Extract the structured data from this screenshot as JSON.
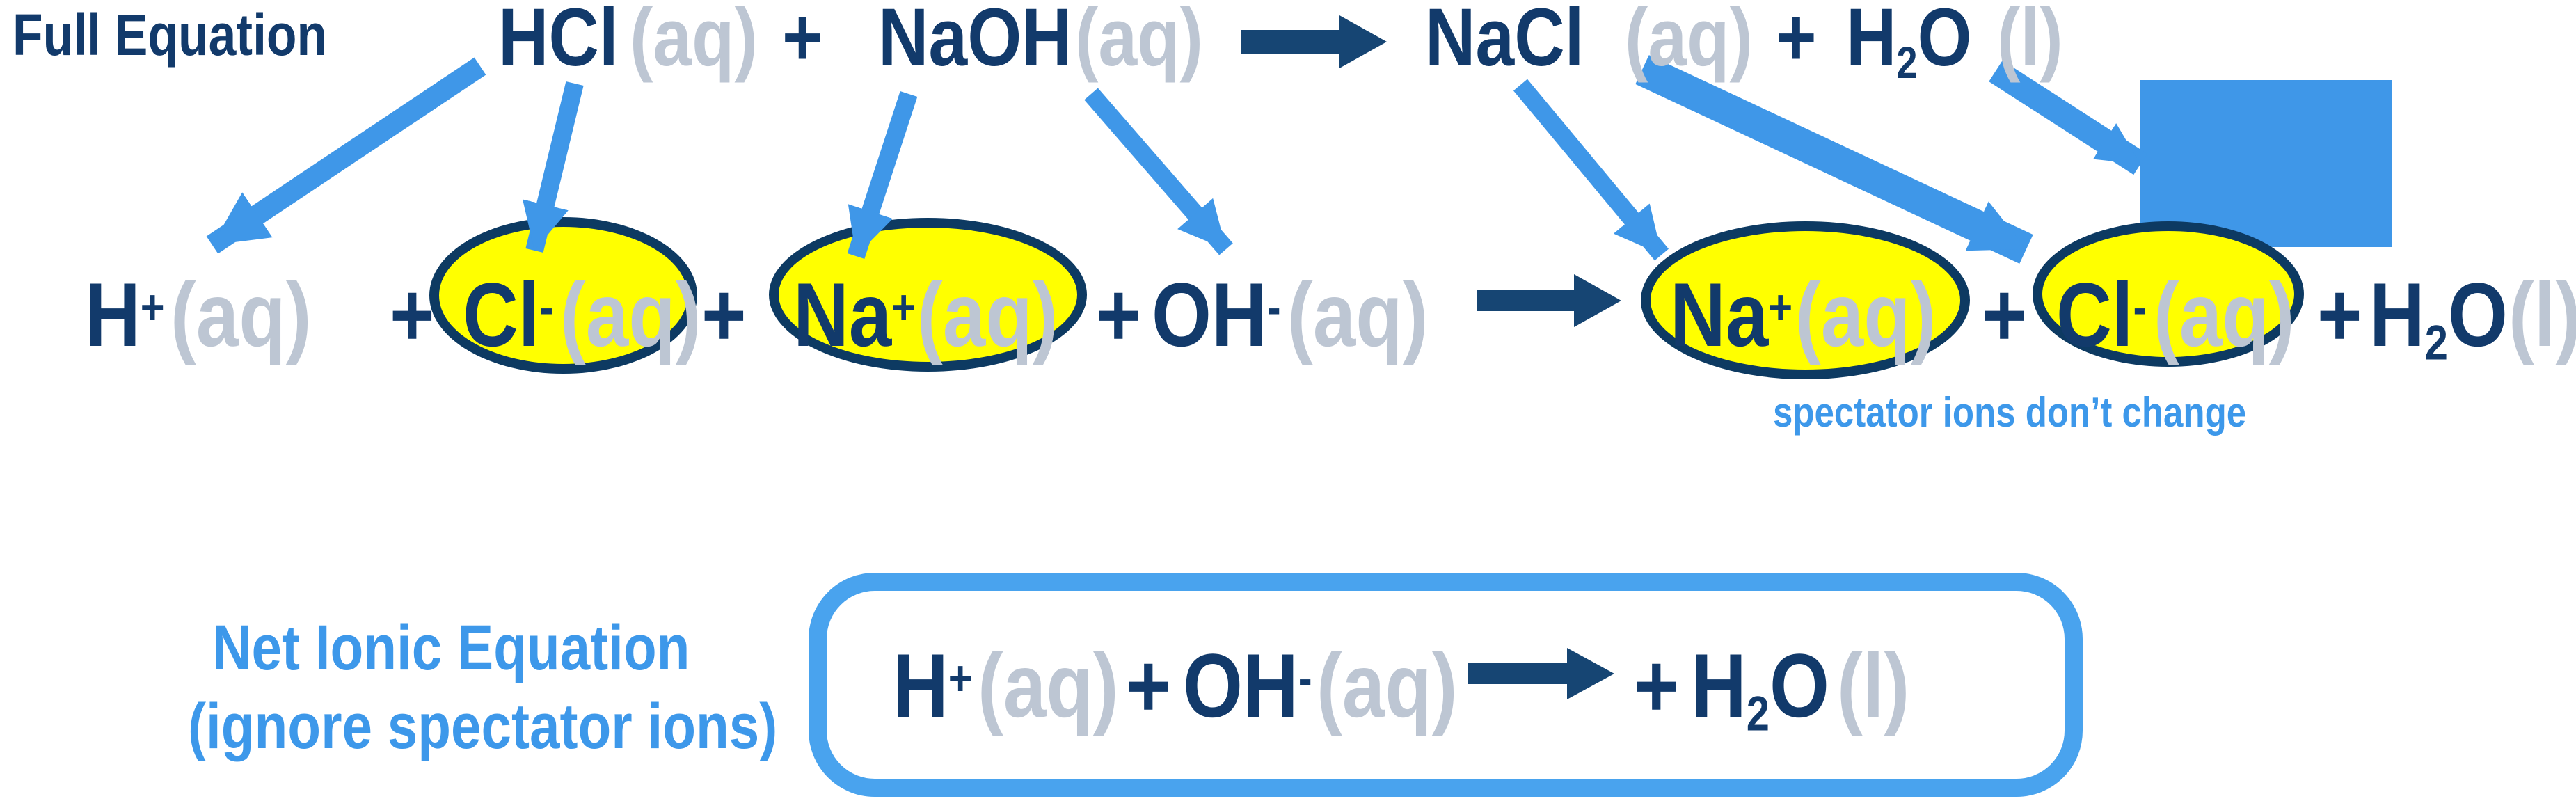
{
  "labels": {
    "full_equation": "Full Equation",
    "spectator_note": "spectator ions don’t change",
    "net_ionic_line1": "Net Ionic Equation",
    "net_ionic_line2": "(ignore spectator ions)"
  },
  "tokens": {
    "hcl": "HCl",
    "naoh": "NaOH",
    "nacl": "NaCl",
    "h": "H",
    "o": "O",
    "oh": "OH",
    "cl": "Cl",
    "na": "Na",
    "sub_two": "2",
    "sup_plus": "+",
    "sup_minus": "-",
    "aq": "(aq)",
    "liquid": "(l)",
    "plus": "+"
  },
  "colors": {
    "navy_text": "#123A6B",
    "navy_block_arrow": "#164573",
    "ellipse_border": "#0D3A62",
    "state_gray": "#BDC6D3",
    "split_arrow_blue": "#3F97E8",
    "heading_blue": "#3D98EA",
    "box_border_blue": "#49A3EE",
    "highlight_yellow": "#FFFF00",
    "square_blue": "#3F97E8"
  }
}
